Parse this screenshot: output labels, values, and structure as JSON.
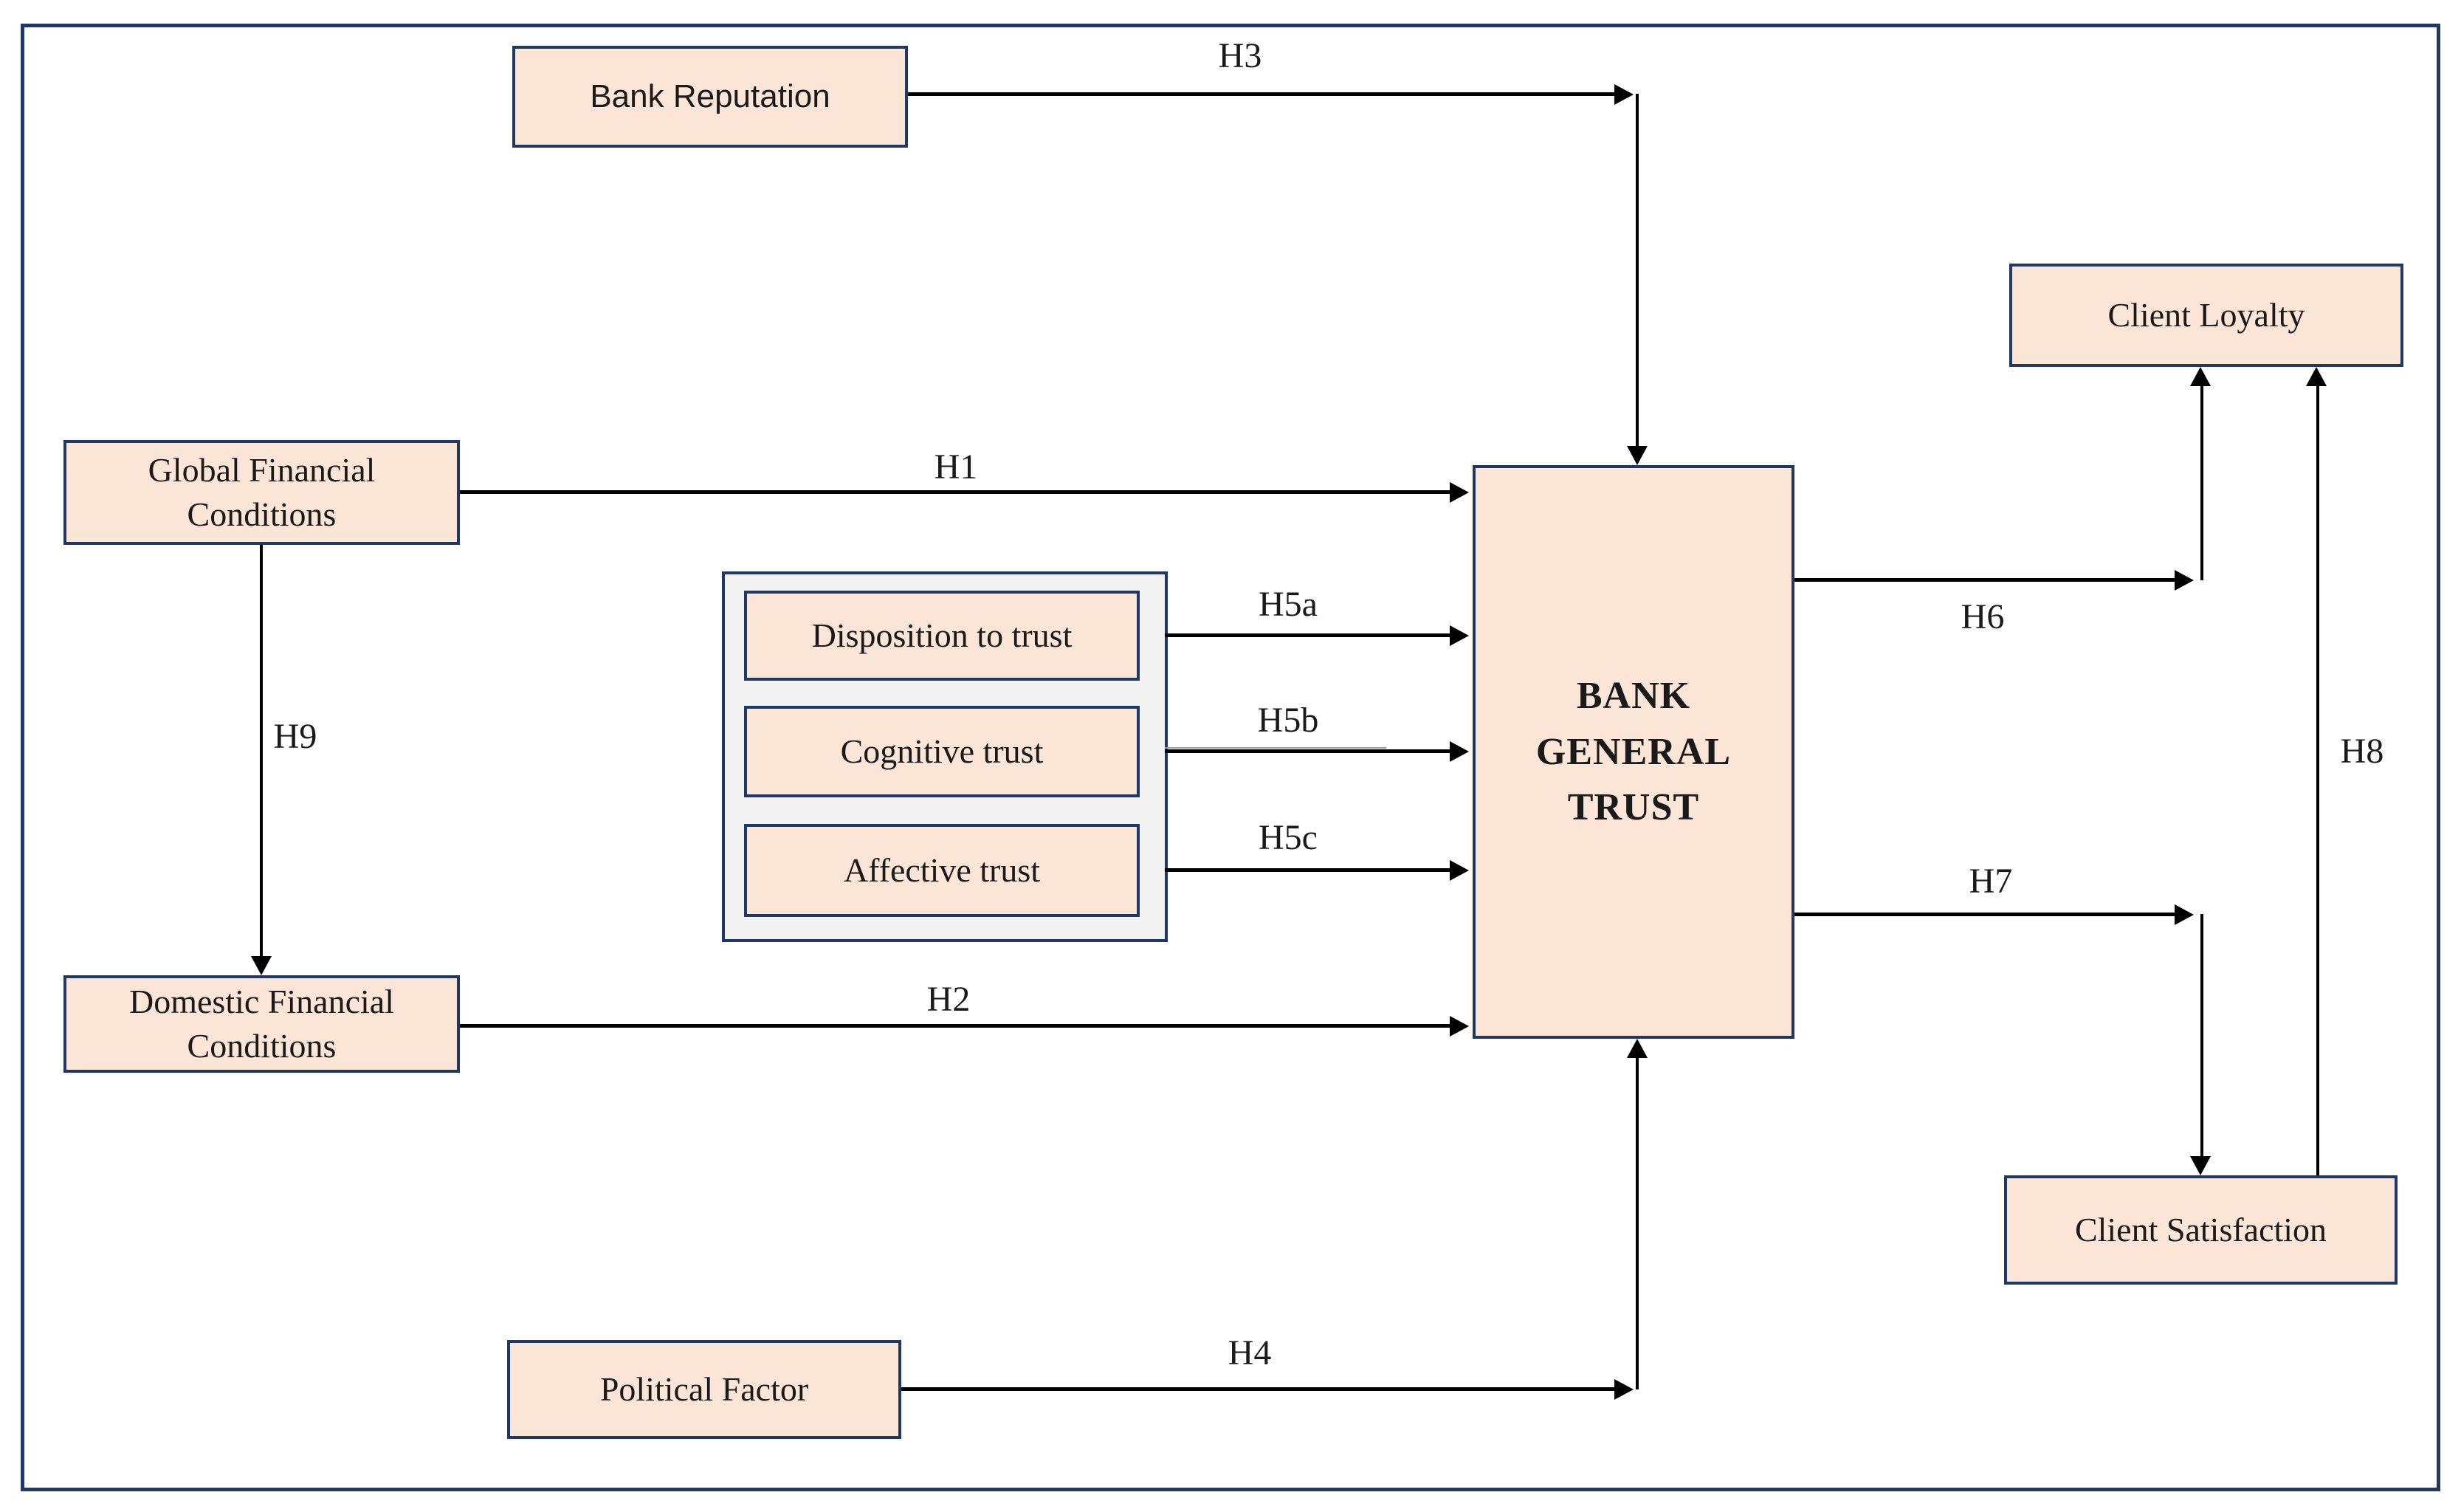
{
  "diagram": {
    "boxes": {
      "bank_reputation": {
        "label": "Bank Reputation"
      },
      "client_loyalty": {
        "label": "Client Loyalty"
      },
      "global_financial_conditions": {
        "line1": "Global Financial",
        "line2": "Conditions"
      },
      "domestic_financial_conditions": {
        "line1": "Domestic Financial",
        "line2": "Conditions"
      },
      "political_factor": {
        "label": "Political Factor"
      },
      "client_satisfaction": {
        "label": "Client Satisfaction"
      },
      "disposition_to_trust": {
        "label": "Disposition to trust"
      },
      "cognitive_trust": {
        "label": "Cognitive trust"
      },
      "affective_trust": {
        "label": "Affective trust"
      },
      "bank_general_trust": {
        "lines": [
          "BANK",
          "GENERAL",
          "TRUST"
        ]
      }
    },
    "hypotheses": {
      "h1": "H1",
      "h2": "H2",
      "h3": "H3",
      "h4": "H4",
      "h5a": "H5a",
      "h5b": "H5b",
      "h5c": "H5c",
      "h6": "H6",
      "h7": "H7",
      "h8": "H8",
      "h9": "H9"
    },
    "colors": {
      "box_fill": "#fbe5d6",
      "box_border": "#1f3864",
      "container_fill": "#f2f2f2",
      "line_color": "#000000",
      "text_color": "#1a1a1a",
      "page_bg": "#ffffff"
    }
  }
}
